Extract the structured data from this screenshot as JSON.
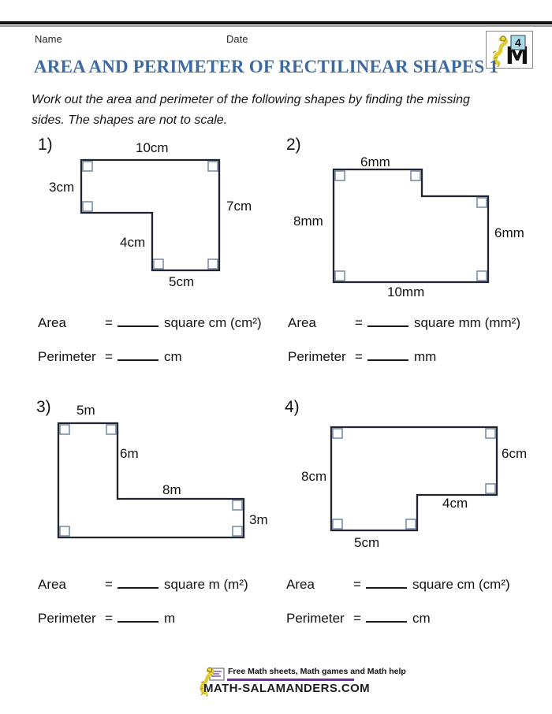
{
  "header": {
    "name_label": "Name",
    "date_label": "Date"
  },
  "logo": {
    "grade": "4"
  },
  "title": "AREA AND PERIMETER OF RECTILINEAR SHAPES 1",
  "instructions": {
    "line1": "Work out the area and perimeter of the following shapes by finding the missing",
    "line2": "sides. The shapes are not to scale."
  },
  "problems": [
    {
      "number": "1)",
      "sides": {
        "top": "10cm",
        "left": "3cm",
        "right": "7cm",
        "inner": "4cm",
        "bottom": "5cm"
      },
      "area": {
        "label": "Area",
        "eq": "=",
        "unit": "square cm (cm²)"
      },
      "perimeter": {
        "label": "Perimeter",
        "eq": "=",
        "unit": "cm"
      }
    },
    {
      "number": "2)",
      "sides": {
        "top": "6mm",
        "left": "8mm",
        "right": "6mm",
        "bottom": "10mm"
      },
      "area": {
        "label": "Area",
        "eq": "=",
        "unit": "square mm (mm²)"
      },
      "perimeter": {
        "label": "Perimeter",
        "eq": "=",
        "unit": "mm"
      }
    },
    {
      "number": "3)",
      "sides": {
        "top": "5m",
        "inner_v": "6m",
        "inner_h": "8m",
        "right": "3m"
      },
      "area": {
        "label": "Area",
        "eq": "=",
        "unit": "square m (m²)"
      },
      "perimeter": {
        "label": "Perimeter",
        "eq": "=",
        "unit": "m"
      }
    },
    {
      "number": "4)",
      "sides": {
        "left": "8cm",
        "right": "6cm",
        "inner": "4cm",
        "bottom": "5cm"
      },
      "area": {
        "label": "Area",
        "eq": "=",
        "unit": "square cm (cm²)"
      },
      "perimeter": {
        "label": "Perimeter",
        "eq": "=",
        "unit": "cm"
      }
    }
  ],
  "footer": {
    "tagline": "Free Math sheets, Math games and Math help",
    "site": "MATH-SALAMANDERS.COM"
  },
  "colors": {
    "title_blue": "#3e6aa2",
    "shape_outline": "#23232d",
    "angle_marker": "#6e89a6",
    "footer_purple": "#7030a0",
    "salamander_yellow": "#e8d53f",
    "grade_board_cyan": "#a8dcec"
  }
}
